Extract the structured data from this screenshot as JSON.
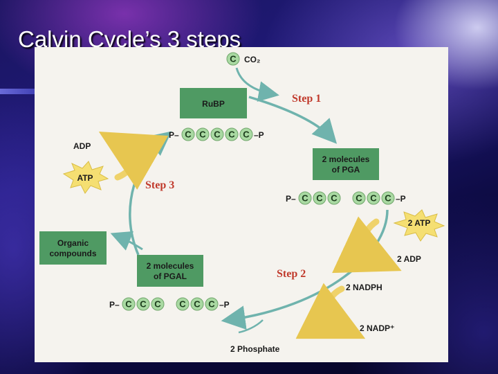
{
  "slide": {
    "title": "Calvin Cycle’s 3 steps"
  },
  "diagram": {
    "co2": {
      "carbon": "C",
      "label": "CO₂"
    },
    "rubp": {
      "label": "RuBP",
      "chain_prefix": "P–",
      "carbons": [
        "C",
        "C",
        "C",
        "C",
        "C"
      ],
      "chain_suffix": "–P"
    },
    "pga": {
      "line1": "2 molecules",
      "line2": "of PGA",
      "chain_prefix": "P–",
      "carbons_a": [
        "C",
        "C",
        "C"
      ],
      "carbons_b": [
        "C",
        "C",
        "C"
      ],
      "chain_suffix": "–P"
    },
    "pgal": {
      "line1": "2 molecules",
      "line2": "of PGAL",
      "chain_prefix": "P–",
      "carbons_a": [
        "C",
        "C",
        "C"
      ],
      "carbons_b": [
        "C",
        "C",
        "C"
      ],
      "chain_suffix": "–P"
    },
    "organic": {
      "line1": "Organic",
      "line2": "compounds"
    },
    "steps": {
      "step1": "Step 1",
      "step2": "Step 2",
      "step3": "Step 3"
    },
    "energy": {
      "adp": "ADP",
      "atp": "ATP",
      "two_atp": "2 ATP",
      "two_adp": "2 ADP",
      "two_nadph": "2 NADPH",
      "two_nadp": "2 NADP⁺",
      "two_phosphate": "2 Phosphate"
    },
    "colors": {
      "box_green": "#4f9a63",
      "carbon_green": "#a9d9a2",
      "arrow_teal": "#6fb3ad",
      "arrow_yellow": "#efd26a",
      "star_yellow": "#f5df72",
      "step_red": "#c0392b"
    }
  }
}
